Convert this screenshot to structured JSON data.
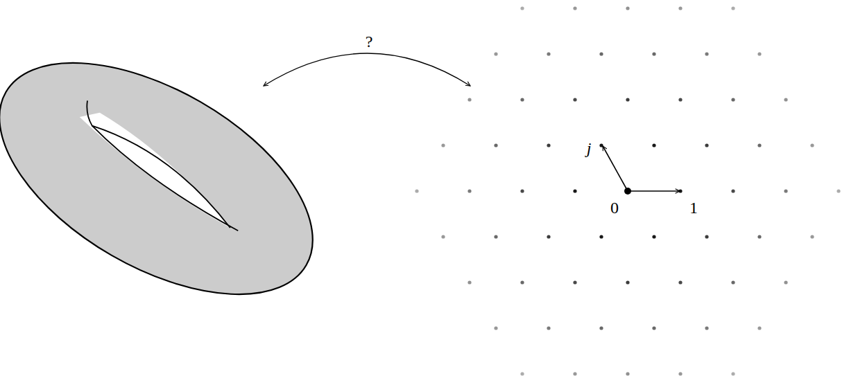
{
  "diagram": {
    "labels": [
      "?",
      "j",
      "0",
      "1"
    ]
  }
}
